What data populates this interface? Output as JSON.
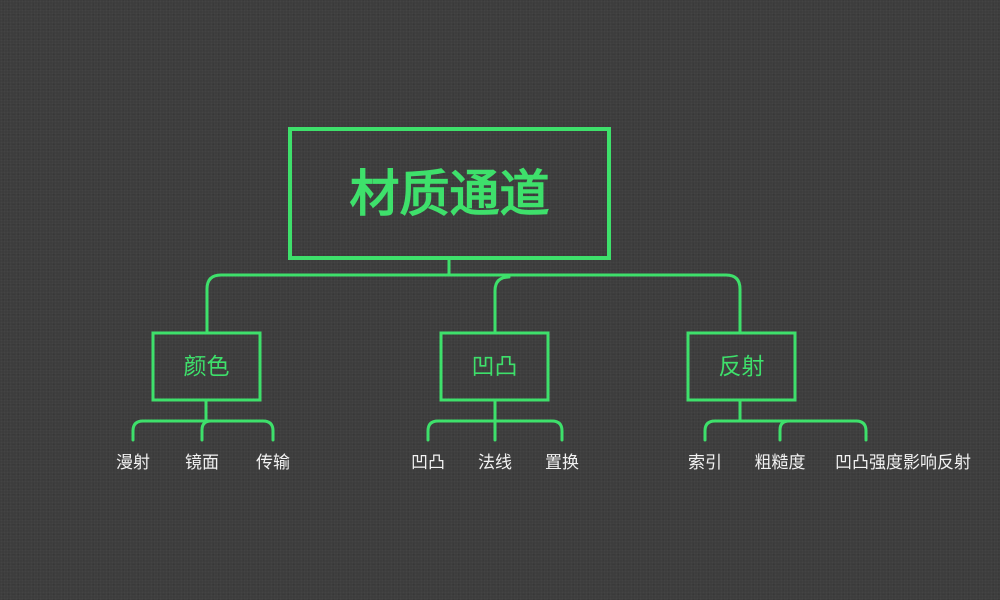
{
  "diagram": {
    "root": {
      "label": "材质通道"
    },
    "branches": [
      {
        "label": "颜色",
        "children": [
          "漫射",
          "镜面",
          "传输"
        ]
      },
      {
        "label": "凹凸",
        "children": [
          "凹凸",
          "法线",
          "置换"
        ]
      },
      {
        "label": "反射",
        "children": [
          "索引",
          "粗糙度",
          "凹凸强度影响反射"
        ]
      }
    ],
    "colors": {
      "accent": "#3ee06b",
      "leaf_text": "#f2f2f2",
      "background": "#3d3d3d"
    }
  }
}
